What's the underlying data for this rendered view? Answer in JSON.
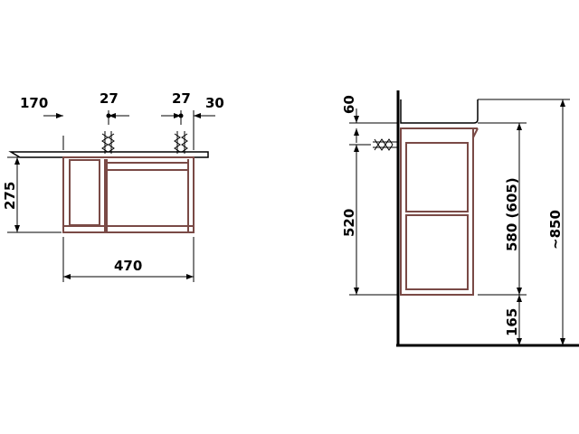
{
  "colors": {
    "line": "#000000",
    "cabinet_outline": "#7a4a46",
    "background": "#ffffff"
  },
  "front_view": {
    "dims": {
      "left_offset": "170",
      "tap_spacing_left": "27",
      "tap_spacing_right": "27",
      "right_offset": "30",
      "height": "275",
      "width": "470"
    }
  },
  "side_view": {
    "dims": {
      "top_gap": "60",
      "siphon_height": "520",
      "cabinet_height": "580 (605)",
      "floor_gap": "165",
      "overall_height": "~850"
    }
  }
}
